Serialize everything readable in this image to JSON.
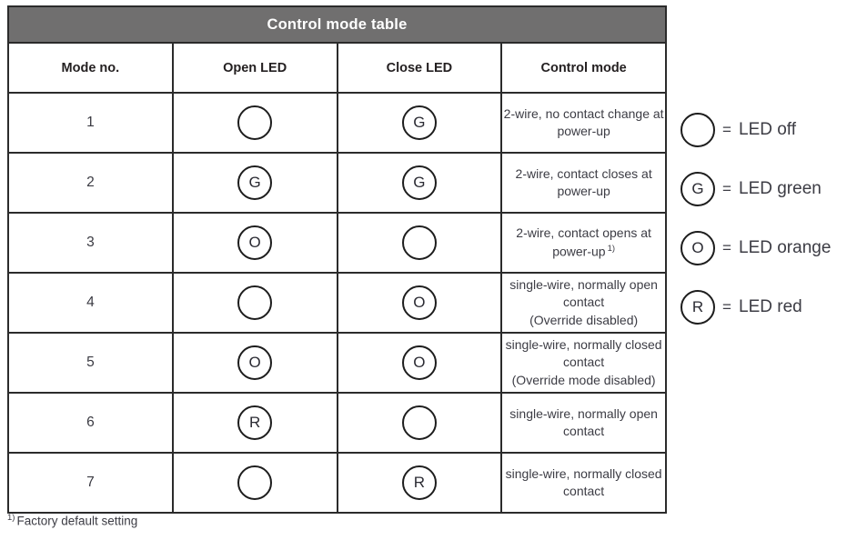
{
  "table": {
    "title": "Control mode table",
    "columns": [
      "Mode no.",
      "Open LED",
      "Close LED",
      "Control mode"
    ],
    "rows": [
      {
        "mode_no": "1",
        "open_led": "",
        "close_led": "G",
        "control_mode": "2-wire, no contact change at power-up",
        "control_mode_line2": "",
        "footnote_marker": ""
      },
      {
        "mode_no": "2",
        "open_led": "G",
        "close_led": "G",
        "control_mode": "2-wire, contact closes at power-up",
        "control_mode_line2": "",
        "footnote_marker": ""
      },
      {
        "mode_no": "3",
        "open_led": "O",
        "close_led": "",
        "control_mode": "2-wire, contact opens at power-up",
        "control_mode_line2": "",
        "footnote_marker": "1)"
      },
      {
        "mode_no": "4",
        "open_led": "",
        "close_led": "O",
        "control_mode": "single-wire, normally open contact",
        "control_mode_line2": "(Override disabled)",
        "footnote_marker": ""
      },
      {
        "mode_no": "5",
        "open_led": "O",
        "close_led": "O",
        "control_mode": "single-wire, normally closed contact",
        "control_mode_line2": "(Override mode disabled)",
        "footnote_marker": ""
      },
      {
        "mode_no": "6",
        "open_led": "R",
        "close_led": "",
        "control_mode": "single-wire, normally open contact",
        "control_mode_line2": "",
        "footnote_marker": ""
      },
      {
        "mode_no": "7",
        "open_led": "",
        "close_led": "R",
        "control_mode": "single-wire, normally closed contact",
        "control_mode_line2": "",
        "footnote_marker": ""
      }
    ]
  },
  "legend": {
    "equals": "=",
    "items": [
      {
        "symbol": "",
        "label": "LED off"
      },
      {
        "symbol": "G",
        "label": "LED green"
      },
      {
        "symbol": "O",
        "label": "LED orange"
      },
      {
        "symbol": "R",
        "label": "LED red"
      }
    ]
  },
  "footnote": {
    "marker": "1)",
    "text": "Factory default setting"
  },
  "colors": {
    "title_bar": "#706f6f",
    "border": "#2b2b2b",
    "text": "#3c3c44",
    "background": "#ffffff"
  }
}
